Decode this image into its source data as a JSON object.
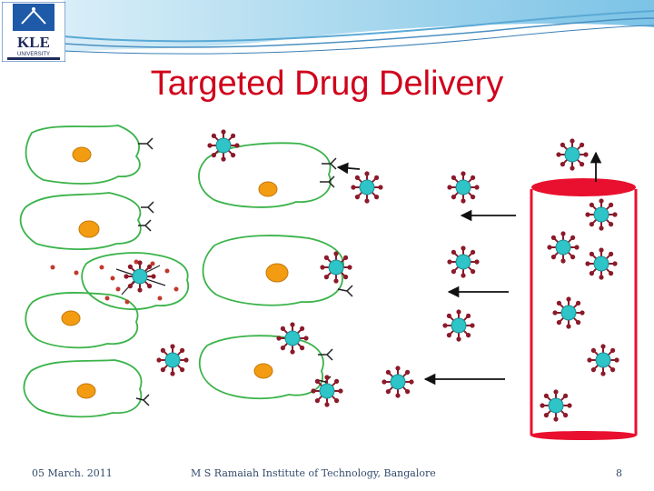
{
  "slide": {
    "title": "Targeted Drug Delivery"
  },
  "logo": {
    "text": "KLE",
    "subtext": "UNIVERSITY"
  },
  "footer": {
    "date": "05 March. 2011",
    "institute": "M S Ramaiah Institute of Technology, Bangalore",
    "page": "8"
  },
  "colors": {
    "title": "#d0021b",
    "cell_outline": "#3bb34a",
    "nucleus": "#f39c12",
    "nanocarrier_core": "#2ec4c8",
    "nanocarrier_spike": "#8b1a2a",
    "vessel": "#e8102e"
  }
}
